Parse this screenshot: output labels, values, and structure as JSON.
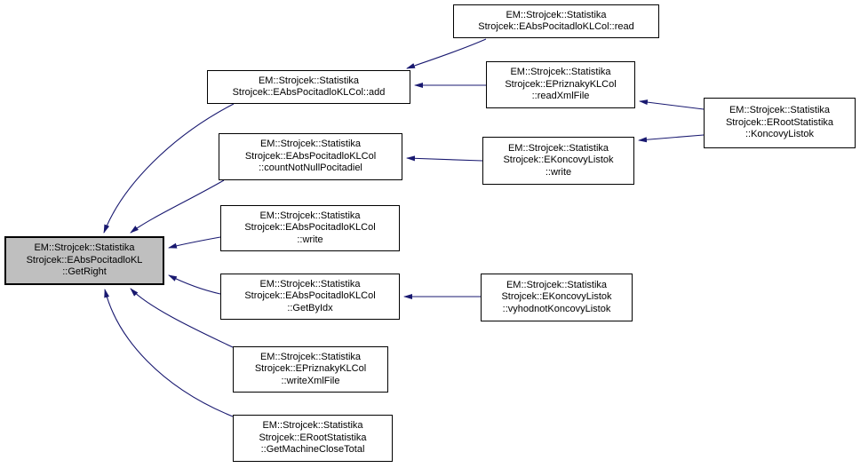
{
  "diagram": {
    "type": "doxygen-caller-graph",
    "colors": {
      "edge": "#191970",
      "node_border": "#000000",
      "node_fill": "#ffffff",
      "highlight_fill": "#bfbfbf",
      "background": "#ffffff",
      "text": "#000000"
    },
    "nodes": {
      "getright": {
        "highlighted": true,
        "lines": [
          "EM::Strojcek::Statistika",
          "Strojcek::EAbsPocitadloKL",
          "::GetRight"
        ]
      },
      "read": {
        "lines": [
          "EM::Strojcek::Statistika",
          "Strojcek::EAbsPocitadloKLCol::read"
        ]
      },
      "add": {
        "lines": [
          "EM::Strojcek::Statistika",
          "Strojcek::EAbsPocitadloKLCol::add"
        ]
      },
      "readxmlfile": {
        "lines": [
          "EM::Strojcek::Statistika",
          "Strojcek::EPriznakyKLCol",
          "::readXmlFile"
        ]
      },
      "koncovylistok": {
        "lines": [
          "EM::Strojcek::Statistika",
          "Strojcek::ERootStatistika",
          "::KoncovyListok"
        ]
      },
      "countnotnull": {
        "lines": [
          "EM::Strojcek::Statistika",
          "Strojcek::EAbsPocitadloKLCol",
          "::countNotNullPocitadiel"
        ]
      },
      "eklwrite": {
        "lines": [
          "EM::Strojcek::Statistika",
          "Strojcek::EKoncovyListok",
          "::write"
        ]
      },
      "colwrite": {
        "lines": [
          "EM::Strojcek::Statistika",
          "Strojcek::EAbsPocitadloKLCol",
          "::write"
        ]
      },
      "getbyidx": {
        "lines": [
          "EM::Strojcek::Statistika",
          "Strojcek::EAbsPocitadloKLCol",
          "::GetByIdx"
        ]
      },
      "vyhodnot": {
        "lines": [
          "EM::Strojcek::Statistika",
          "Strojcek::EKoncovyListok",
          "::vyhodnotKoncovyListok"
        ]
      },
      "writexmlfile": {
        "lines": [
          "EM::Strojcek::Statistika",
          "Strojcek::EPriznakyKLCol",
          "::writeXmlFile"
        ]
      },
      "getmachineclosetotal": {
        "lines": [
          "EM::Strojcek::Statistika",
          "Strojcek::ERootStatistika",
          "::GetMachineCloseTotal"
        ]
      }
    },
    "edges": [
      {
        "from": "read",
        "to": "add"
      },
      {
        "from": "readxmlfile",
        "to": "add"
      },
      {
        "from": "koncovylistok",
        "to": "readxmlfile"
      },
      {
        "from": "koncovylistok",
        "to": "eklwrite"
      },
      {
        "from": "eklwrite",
        "to": "countnotnull"
      },
      {
        "from": "vyhodnot",
        "to": "getbyidx"
      },
      {
        "from": "add",
        "to": "getright"
      },
      {
        "from": "countnotnull",
        "to": "getright"
      },
      {
        "from": "colwrite",
        "to": "getright"
      },
      {
        "from": "getbyidx",
        "to": "getright"
      },
      {
        "from": "writexmlfile",
        "to": "getright"
      },
      {
        "from": "getmachineclosetotal",
        "to": "getright"
      }
    ]
  }
}
